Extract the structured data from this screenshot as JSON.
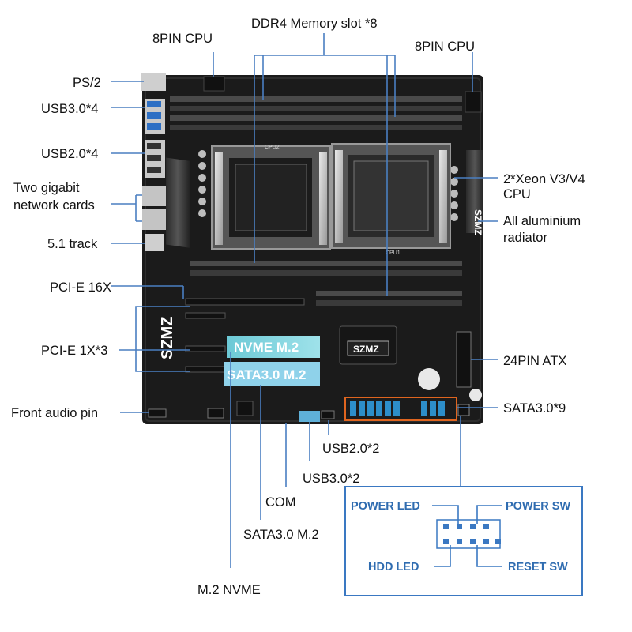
{
  "labels": {
    "ddr4": "DDR4  Memory slot *8",
    "cpu8_left": "8PIN CPU",
    "cpu8_right": "8PIN CPU",
    "ps2": "PS/2",
    "usb30x4": "USB3.0*4",
    "usb20x4": "USB2.0*4",
    "gigabit_1": "Two gigabit",
    "gigabit_2": "network cards",
    "track": "5.1 track",
    "pcie16": "PCI-E 16X",
    "pcie1": "PCI-E 1X*3",
    "front_audio": "Front audio pin",
    "xeon_1": "2*Xeon V3/V4",
    "xeon_2": "CPU",
    "alu_1": "All aluminium",
    "alu_2": "radiator",
    "atx": "24PIN ATX",
    "sata9": "SATA3.0*9",
    "usb20x2": "USB2.0*2",
    "usb30x2": "USB3.0*2",
    "com": "COM",
    "sata_m2": "SATA3.0 M.2",
    "m2_nvme": "M.2 NVME"
  },
  "board": {
    "nvme_text": "NVME M.2",
    "sata_text": "SATA3.0 M.2",
    "brand": "SZMZ",
    "cpu1": "CPU1",
    "cpu2": "CPU2"
  },
  "panel": {
    "power_led": "POWER LED",
    "power_sw": "POWER SW",
    "hdd_led": "HDD  LED",
    "reset_sw": "RESET SW"
  },
  "colors": {
    "board": "#1b1b1b",
    "pcb_dark": "#0d0d0d",
    "callout_line": "#4a7fc1",
    "sata_highlight": "#e0651f",
    "m2_nvme": "#7fd3df",
    "m2_sata": "#8fd2ea",
    "panel_border": "#3a78c2"
  }
}
